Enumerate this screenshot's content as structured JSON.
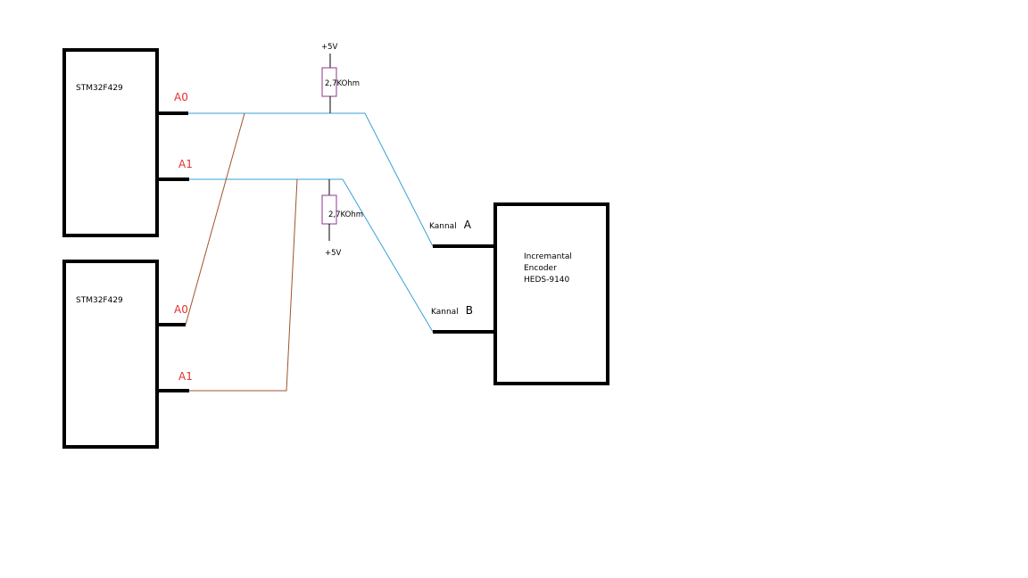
{
  "mcu_top": {
    "label": "STM32F429",
    "pin_a0": "A0",
    "pin_a1": "A1"
  },
  "mcu_bottom": {
    "label": "STM32F429",
    "pin_a0": "A0",
    "pin_a1": "A1"
  },
  "resistor_top": {
    "supply": "+5V",
    "value": "2,7KOhm"
  },
  "resistor_bottom": {
    "supply": "+5V",
    "value": "2,7KOhm"
  },
  "encoder": {
    "line1": "Incremantal",
    "line2": "Encoder",
    "line3": "HEDS-9140",
    "channel_a_prefix": "Kannal",
    "channel_a_letter": "A",
    "channel_b_prefix": "Kannal",
    "channel_b_letter": "B"
  },
  "colors": {
    "blue_wire": "#3aa0d8",
    "brown_wire": "#a0522d",
    "resistor_outline": "#8b3a8b",
    "pin_label": "#e53030"
  }
}
